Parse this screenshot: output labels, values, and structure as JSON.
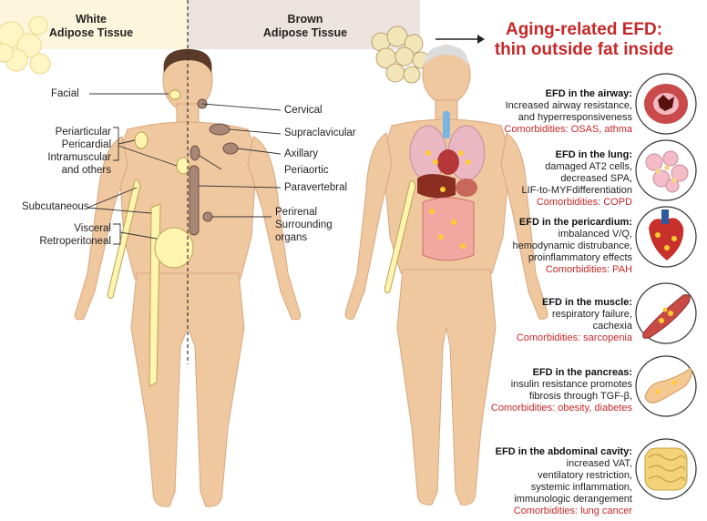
{
  "white_header": {
    "line1": "White",
    "line2": "Adipose Tissue"
  },
  "brown_header": {
    "line1": "Brown",
    "line2": "Adipose Tissue"
  },
  "title": {
    "line1": "Aging-related EFD:",
    "line2": "thin outside fat inside"
  },
  "colors": {
    "accent_red": "#c62828",
    "skin": "#f0c8a0",
    "white_fat": "#fff4b0",
    "brown_fat": "#a88777",
    "white_panel": "#fdf6dc",
    "brown_panel": "#ece3de"
  },
  "left_labels": {
    "facial": "Facial",
    "group1": [
      "Periarticular",
      "Pericardial",
      "Intramuscular",
      "and others"
    ],
    "subcutaneous": "Subcutaneous",
    "visceral": "Visceral",
    "retroperitoneal": "Retroperitoneal"
  },
  "right_labels": {
    "cervical": "Cervical",
    "supraclavicular": "Supraclavicular",
    "axillary": "Axillary",
    "periaortic": "Periaortic",
    "paravertebral": "Paravertebral",
    "perirenal": "Perirenal",
    "surrounding": "Surrounding",
    "organs": "organs"
  },
  "panels": [
    {
      "heading": "EFD in the airway:",
      "body": [
        "Increased airway resistance,",
        "and hyperresponsiveness"
      ],
      "comorbidity": "Comorbidities: OSAS, athma",
      "icon": "airway-icon"
    },
    {
      "heading": "EFD in the lung:",
      "body": [
        "damaged AT2 cells,",
        "decreased SPA,",
        "LIF-to-MYFdifferentiation"
      ],
      "comorbidity": "Comorbidities: COPD",
      "icon": "lung-tissue-icon"
    },
    {
      "heading": "EFD in the pericardium:",
      "body": [
        "imbalanced V/Q,",
        "hemodynamic distrubance,",
        "proinflammatory effects"
      ],
      "comorbidity": "Comorbidities: PAH",
      "icon": "heart-icon"
    },
    {
      "heading": "EFD in the muscle:",
      "body": [
        "respiratory failure,",
        "cachexia"
      ],
      "comorbidity": "Comorbidities: sarcopenia",
      "icon": "muscle-icon"
    },
    {
      "heading": "EFD in the pancreas:",
      "body": [
        "insulin resistance promotes",
        "fibrosis through TGF-β,"
      ],
      "comorbidity": "Comorbidities: obesity, diabetes",
      "icon": "pancreas-icon"
    },
    {
      "heading": "EFD in the abdominal cavity:",
      "body": [
        "increased VAT,",
        "ventilatory restriction,",
        "systemic inflammation,",
        "immunologic derangement"
      ],
      "comorbidity": "Comorbidities: lung cancer",
      "icon": "intestine-icon"
    }
  ]
}
